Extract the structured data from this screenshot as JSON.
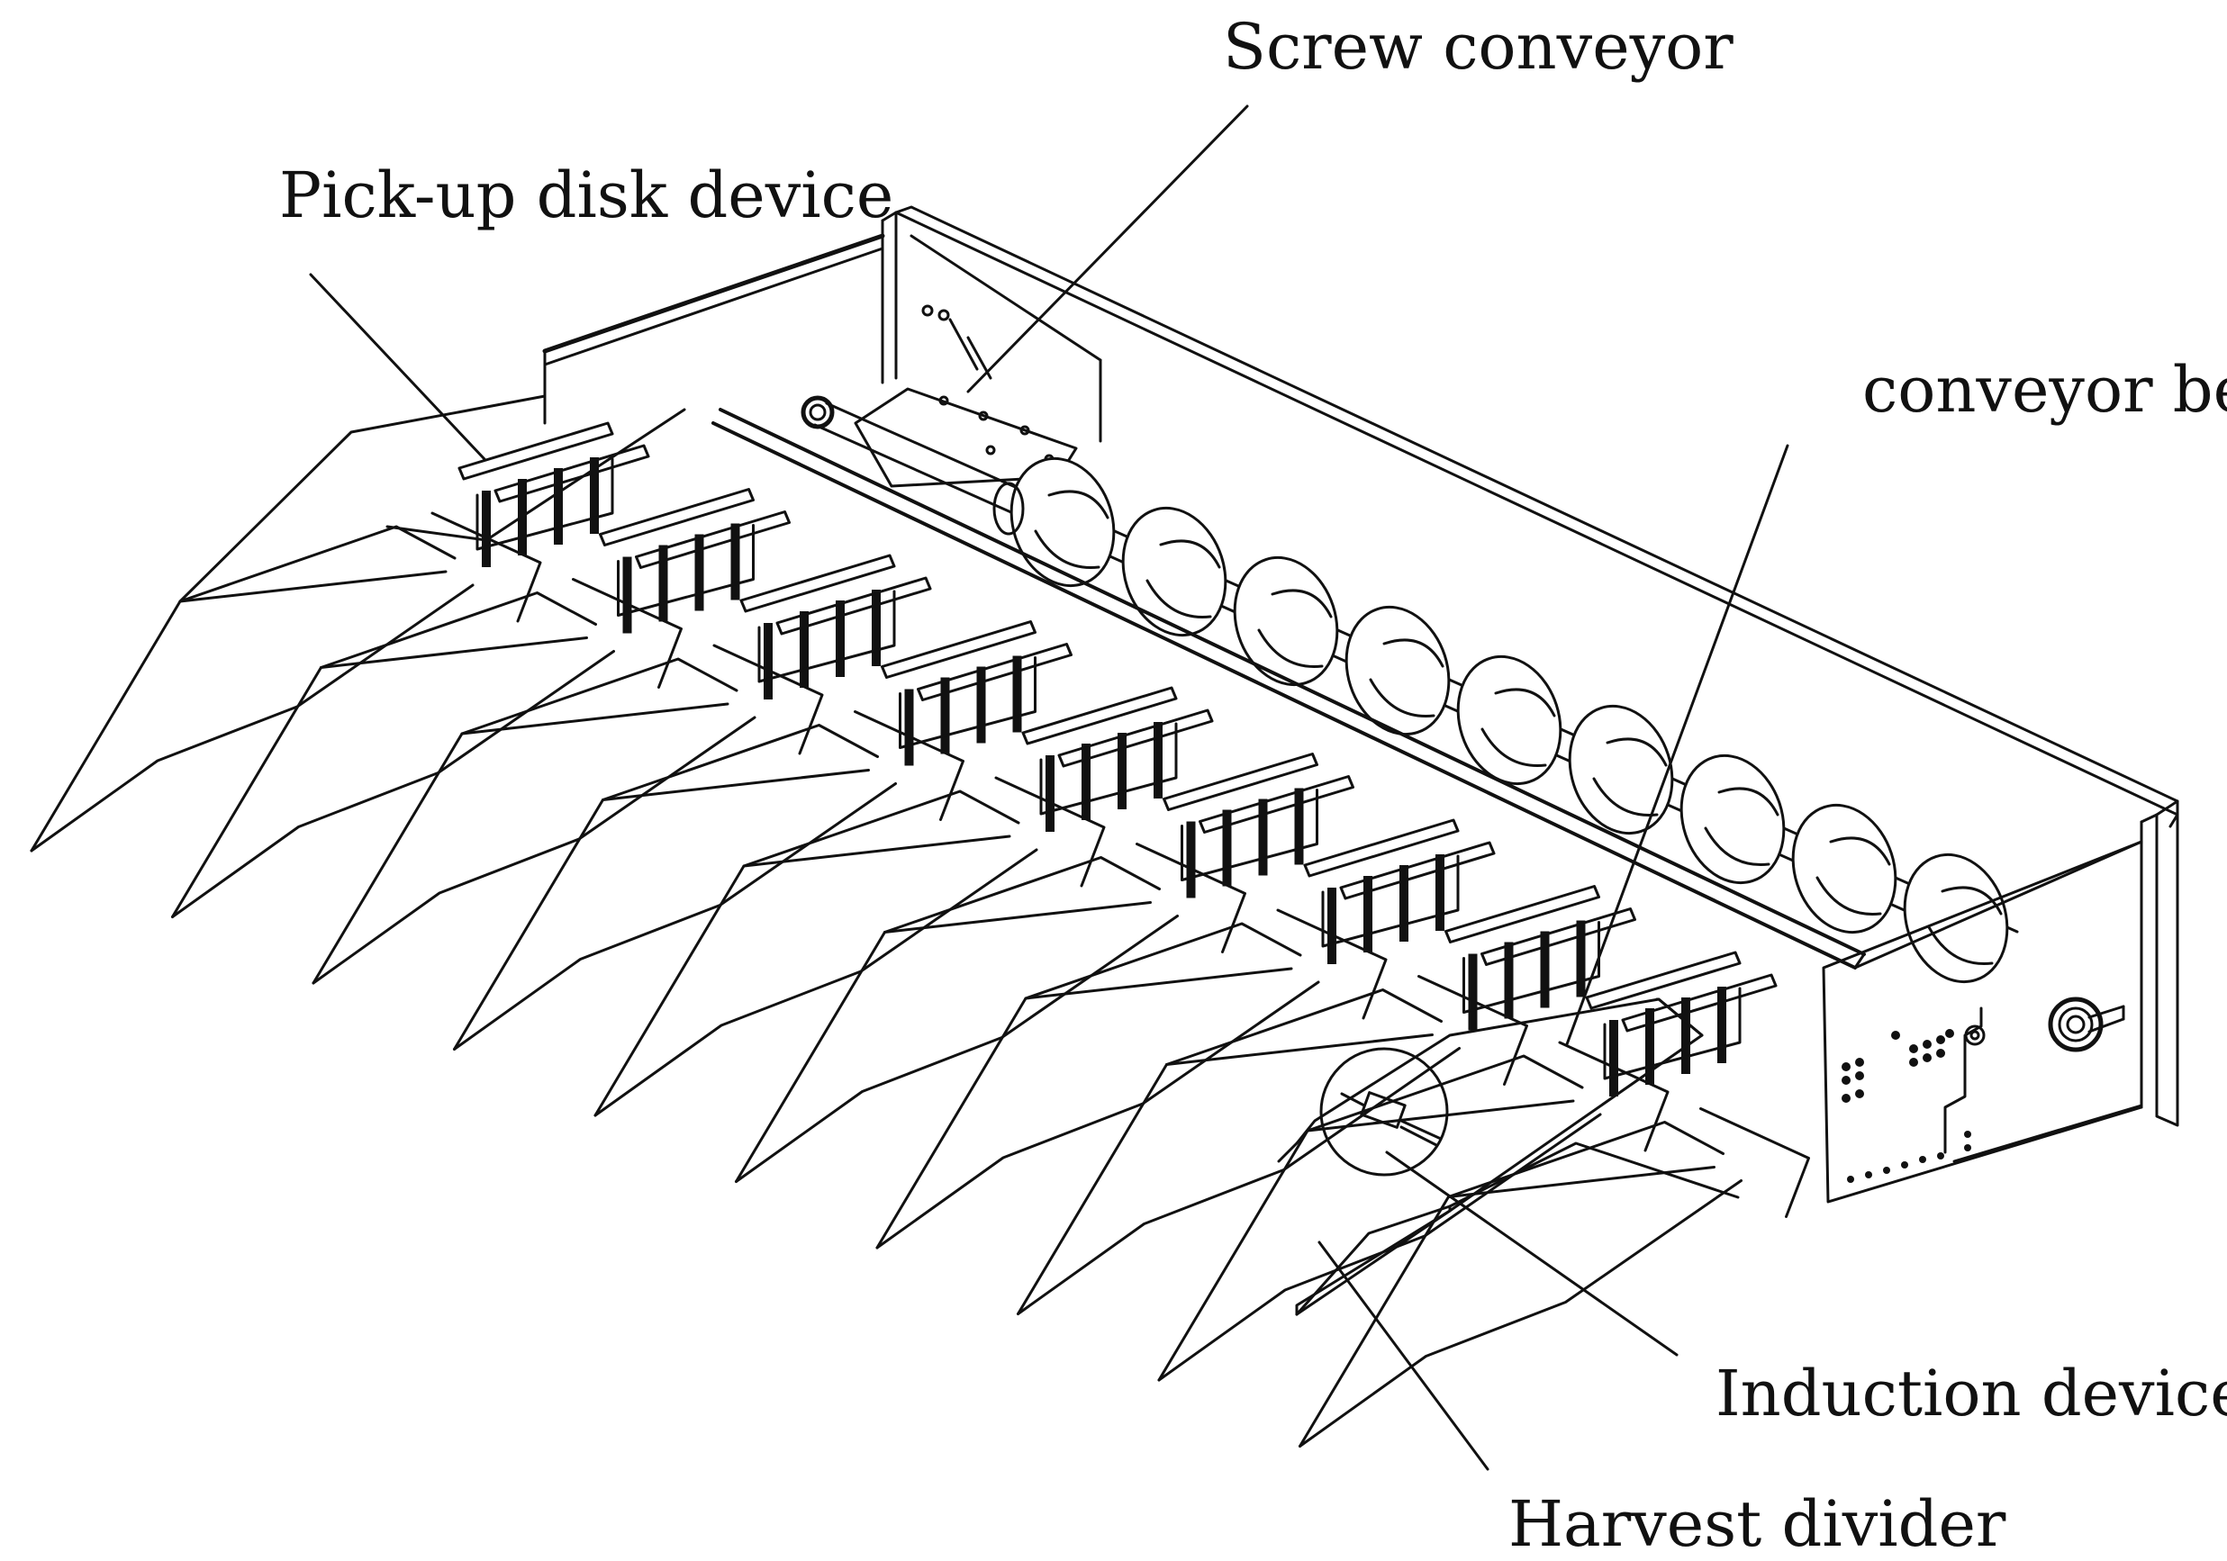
{
  "labels": {
    "screw_conveyor": "Screw conveyor",
    "pickup_disk": "Pick-up disk device",
    "conveyor_belt": "conveyor belt",
    "induction_device": "Induction device",
    "harvest_divider": "Harvest divider"
  },
  "colors": {
    "line": "#111111",
    "background": "#ffffff"
  },
  "counts": {
    "row_dividers": 10,
    "pickup_units": 9,
    "auger_flights": 9
  }
}
